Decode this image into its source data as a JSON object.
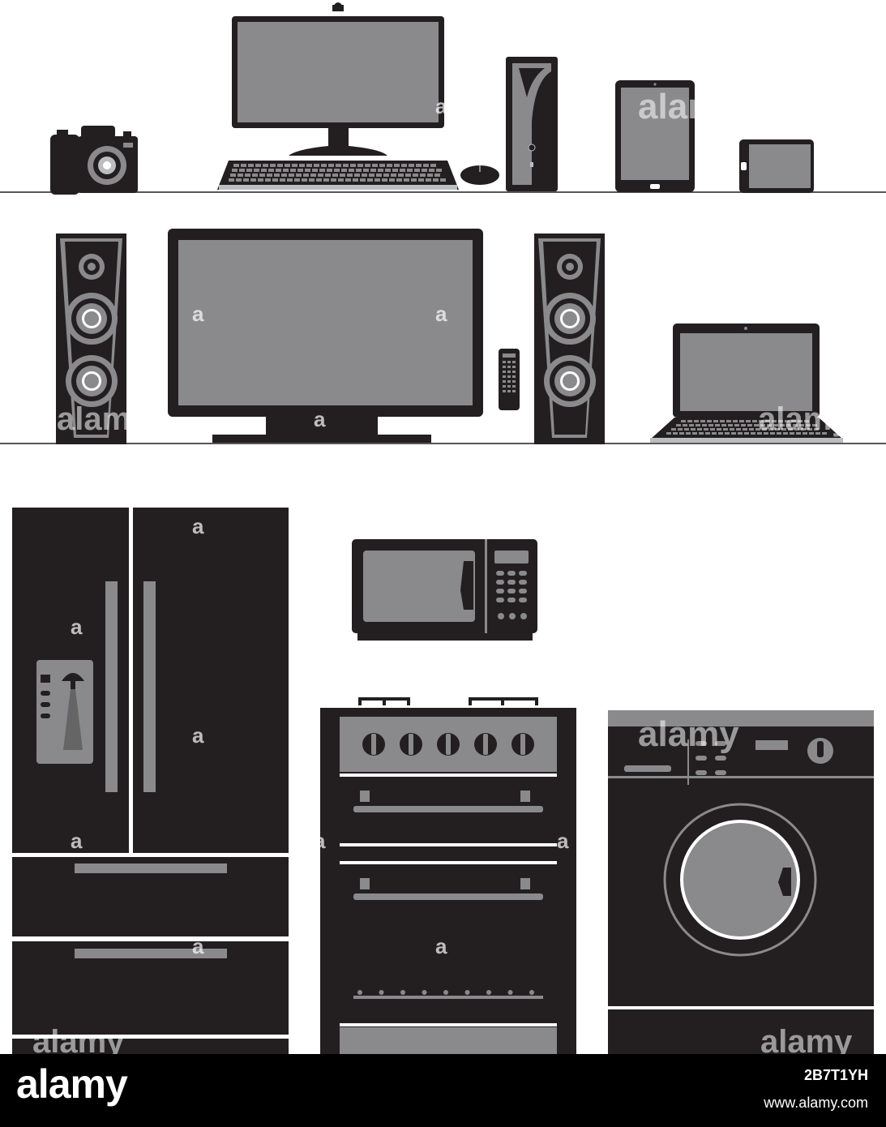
{
  "watermark": {
    "brand": "alamy",
    "mark": "a"
  },
  "footer": {
    "logo": "alamy",
    "image_id": "2B7T1YH",
    "url": "www.alamy.com"
  },
  "palette": {
    "black": "#231f20",
    "gray": "#8a8a8c",
    "light_gray": "#bcbdc0",
    "white": "#ffffff"
  },
  "icons": [
    "camera-icon",
    "desktop-monitor-icon",
    "keyboard-icon",
    "mouse-icon",
    "pc-tower-icon",
    "tablet-icon",
    "phone-icon",
    "speaker-left-icon",
    "tv-icon",
    "remote-icon",
    "speaker-right-icon",
    "laptop-icon",
    "refrigerator-icon",
    "microwave-icon",
    "gas-stove-icon",
    "washing-machine-icon"
  ]
}
